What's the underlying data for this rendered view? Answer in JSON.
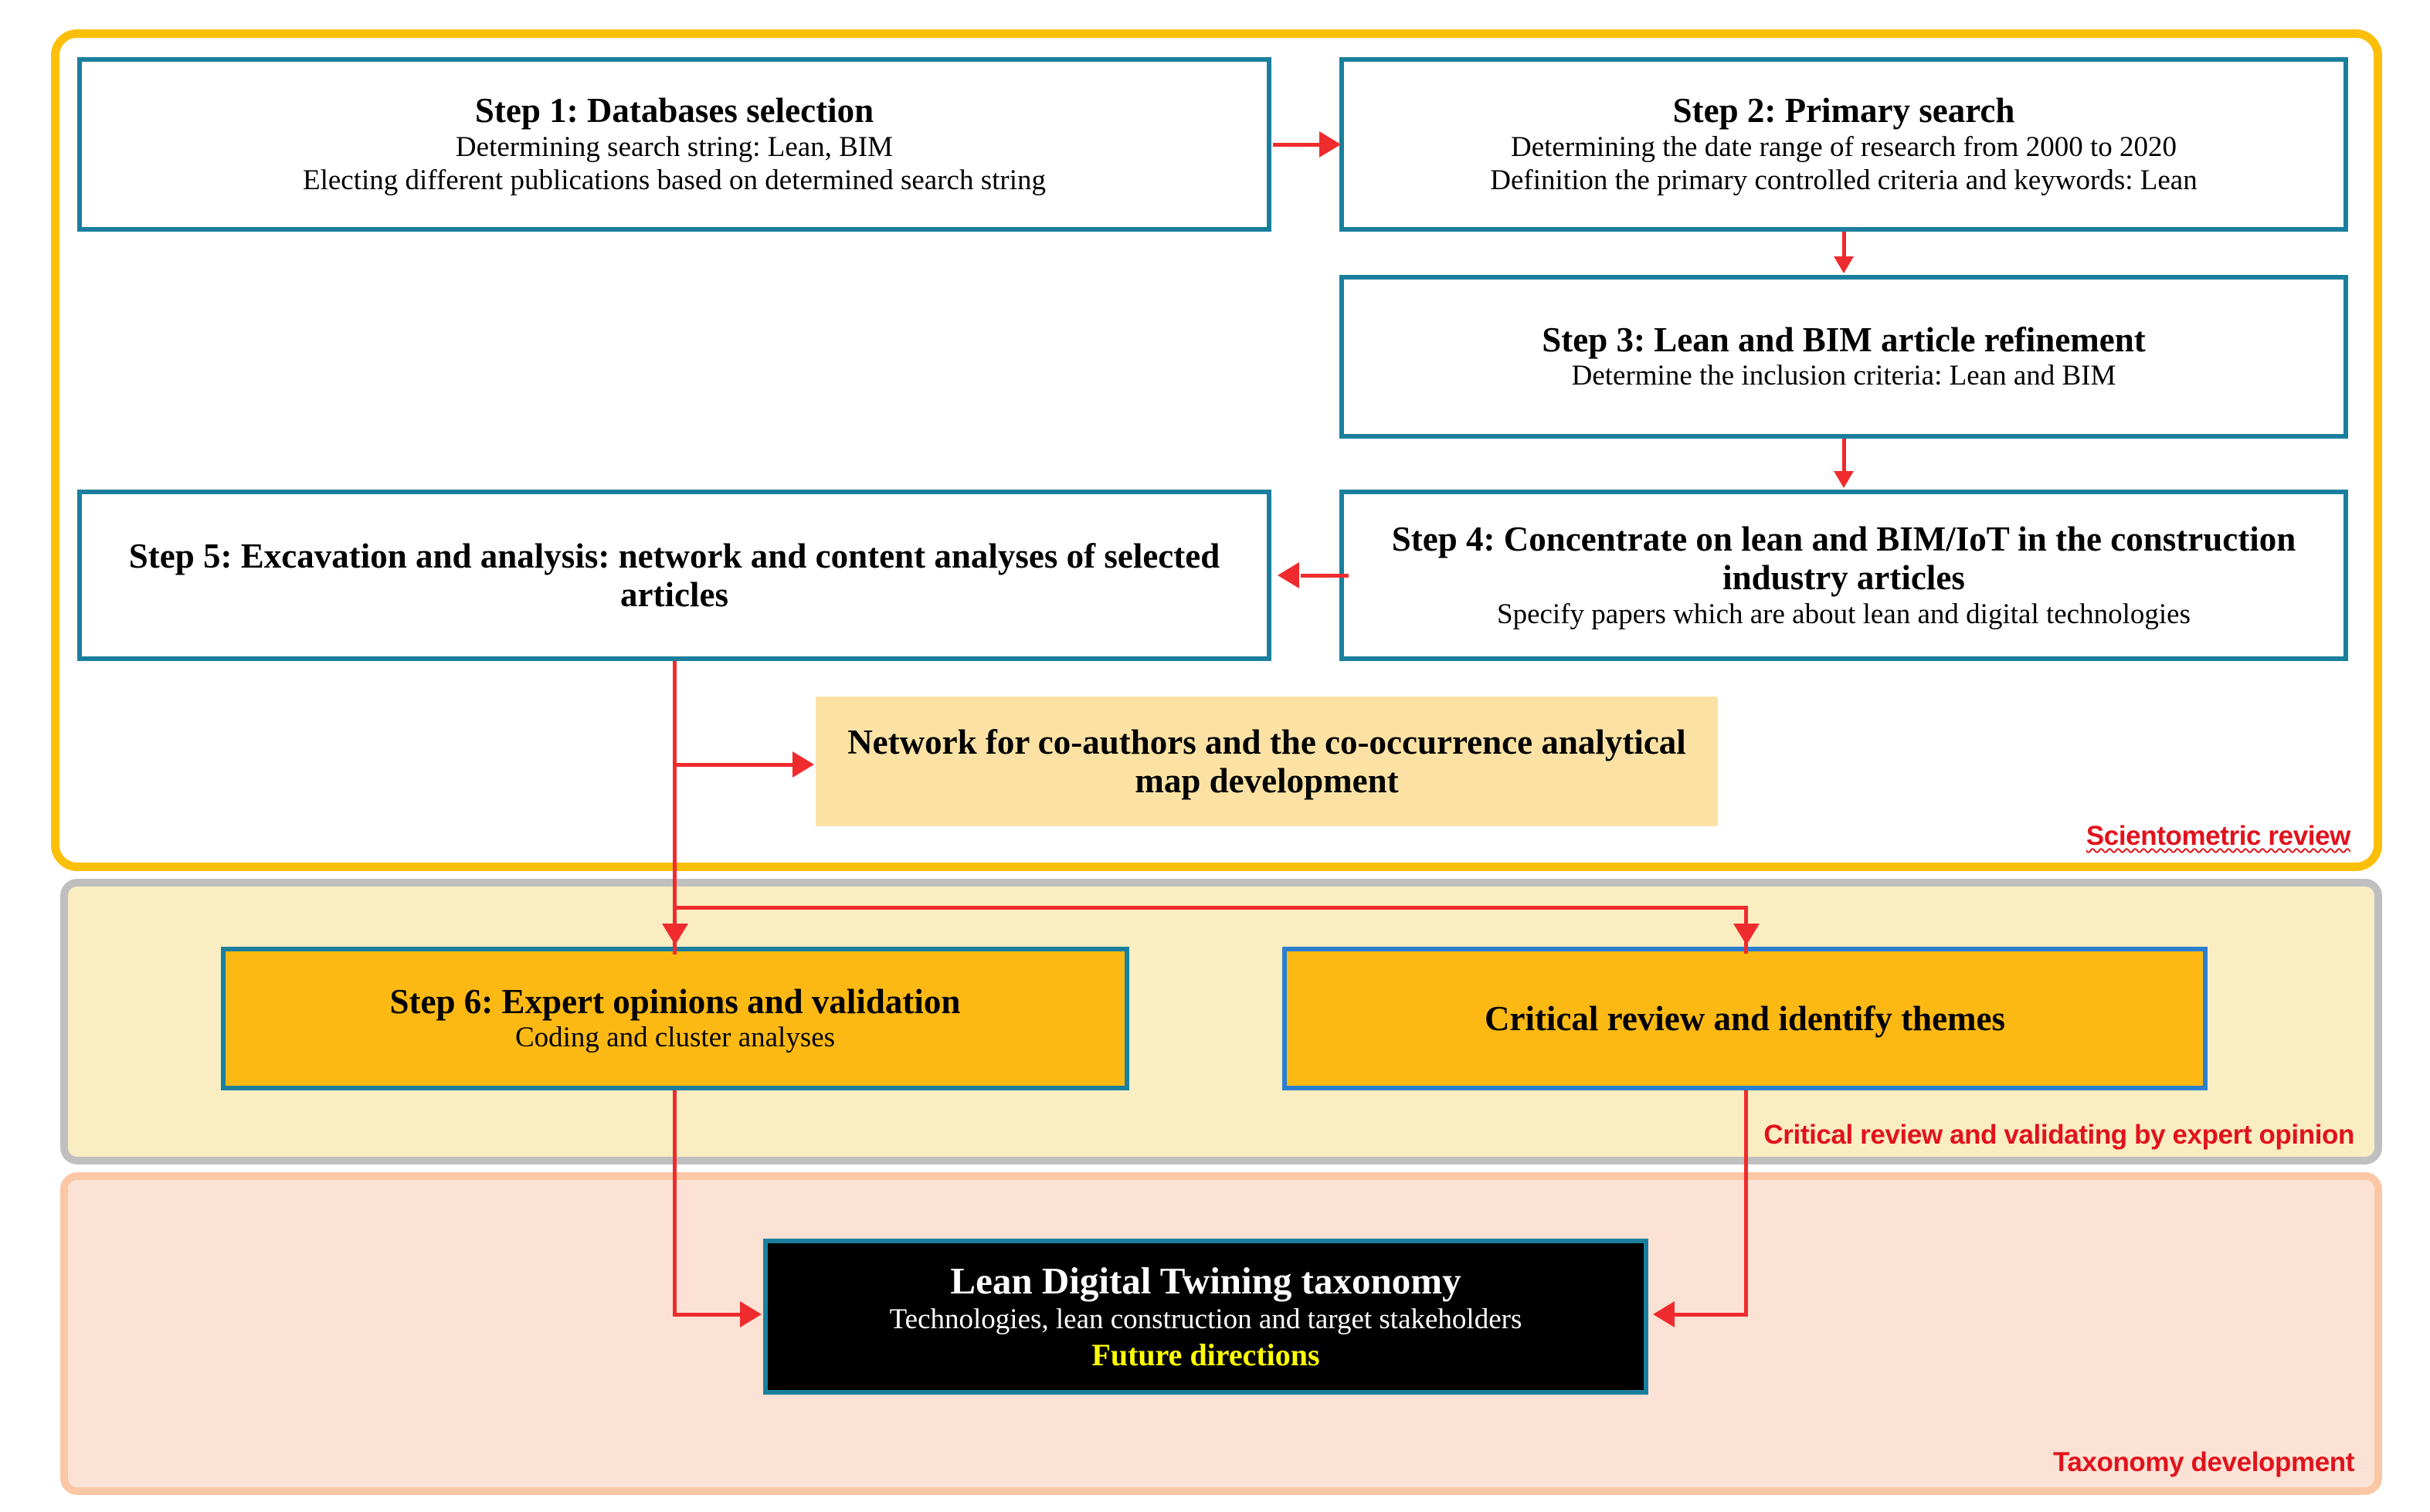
{
  "diagram": {
    "title": "Lean Digital Twining research methodology flowchart",
    "colors": {
      "scientometric_border": "#FCBF08",
      "critical_border": "#BFBFBF",
      "critical_fill": "#FBEDC2",
      "taxonomy_border": "#FBC7A5",
      "taxonomy_fill": "#FCE2D5",
      "box_border_teal": "#1A7F9E",
      "box_border_blue": "#2B7FD0",
      "amber_fill": "#FDB913",
      "cream_fill": "#FBE2A4",
      "arrow_red": "#EF2B2D",
      "label_red": "#E1121C",
      "highlight_yellow": "#FFFF00"
    }
  },
  "sections": {
    "scientometric": {
      "label": "Scientometric review"
    },
    "critical": {
      "label": "Critical review and validating by expert opinion"
    },
    "taxonomy": {
      "label": "Taxonomy development"
    }
  },
  "boxes": {
    "step1": {
      "title": "Step 1: Databases selection",
      "line1": "Determining search string: Lean, BIM",
      "line2": "Electing different publications based on determined search string"
    },
    "step2": {
      "title": "Step 2: Primary search",
      "line1": "Determining the date range of research from 2000 to 2020",
      "line2": "Definition the primary controlled criteria and keywords: Lean"
    },
    "step3": {
      "title": "Step 3: Lean and BIM article refinement",
      "line1": "Determine the inclusion criteria: Lean and BIM"
    },
    "step4": {
      "title": "Step 4: Concentrate on lean and BIM/IoT in the construction industry articles",
      "line1": "Specify papers which are about lean and digital technologies"
    },
    "step5": {
      "title": "Step 5: Excavation and analysis: network and content analyses of selected articles"
    },
    "network": {
      "title": "Network for co-authors and the co-occurrence analytical map development"
    },
    "step6": {
      "title": "Step 6: Expert opinions and validation",
      "line1": "Coding and cluster analyses"
    },
    "critical_review": {
      "title": "Critical review and identify themes"
    },
    "taxonomy": {
      "title": "Lean Digital Twining taxonomy",
      "line1": "Technologies, lean construction and target stakeholders",
      "line2": "Future directions"
    }
  },
  "connectors": [
    {
      "name": "step1-to-step2",
      "from": "step1",
      "to": "step2",
      "direction": "right"
    },
    {
      "name": "step2-to-step3",
      "from": "step2",
      "to": "step3",
      "direction": "down"
    },
    {
      "name": "step3-to-step4",
      "from": "step3",
      "to": "step4",
      "direction": "down"
    },
    {
      "name": "step4-to-step5",
      "from": "step4",
      "to": "step5",
      "direction": "left"
    },
    {
      "name": "step5-to-network",
      "from": "step5",
      "to": "network",
      "direction": "right"
    },
    {
      "name": "step5-to-step6",
      "from": "step5",
      "to": "step6",
      "direction": "down"
    },
    {
      "name": "step5-to-critical-review",
      "from": "step5",
      "to": "critical_review",
      "direction": "down"
    },
    {
      "name": "step6-to-taxonomy",
      "from": "step6",
      "to": "taxonomy",
      "direction": "right"
    },
    {
      "name": "critical-review-to-taxonomy",
      "from": "critical_review",
      "to": "taxonomy",
      "direction": "left"
    }
  ]
}
